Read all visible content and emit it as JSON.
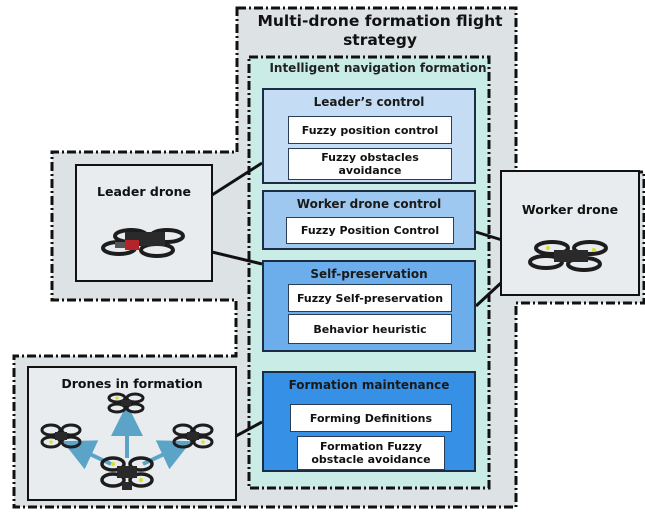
{
  "title": "Multi-drone formation flight strategy",
  "navigation": {
    "title": "Intelligent navigation formation"
  },
  "sections": [
    {
      "key": "leader",
      "title": "Leader’s control",
      "items": [
        "Fuzzy position control",
        "Fuzzy obstacles avoidance"
      ],
      "color": "#c5dcf5"
    },
    {
      "key": "worker",
      "title": "Worker drone control",
      "items": [
        "Fuzzy Position Control"
      ],
      "color": "#9ec8f0"
    },
    {
      "key": "self",
      "title": "Self-preservation",
      "items": [
        "Fuzzy Self-preservation",
        "Behavior heuristic"
      ],
      "color": "#6caeec"
    },
    {
      "key": "formation",
      "title": "Formation maintenance",
      "items": [
        "Forming Definitions",
        "Formation Fuzzy obstacle avoidance"
      ],
      "color": "#3590e6"
    }
  ],
  "drones": {
    "leader": {
      "label": "Leader drone"
    },
    "worker": {
      "label": "Worker drone"
    },
    "formation": {
      "label": "Drones in formation"
    }
  },
  "colors": {
    "outer_fill": "#dde3e5",
    "nav_fill": "#c9ece6",
    "arrow": "#5ba4c8",
    "drone_accent": "#d9e021"
  }
}
